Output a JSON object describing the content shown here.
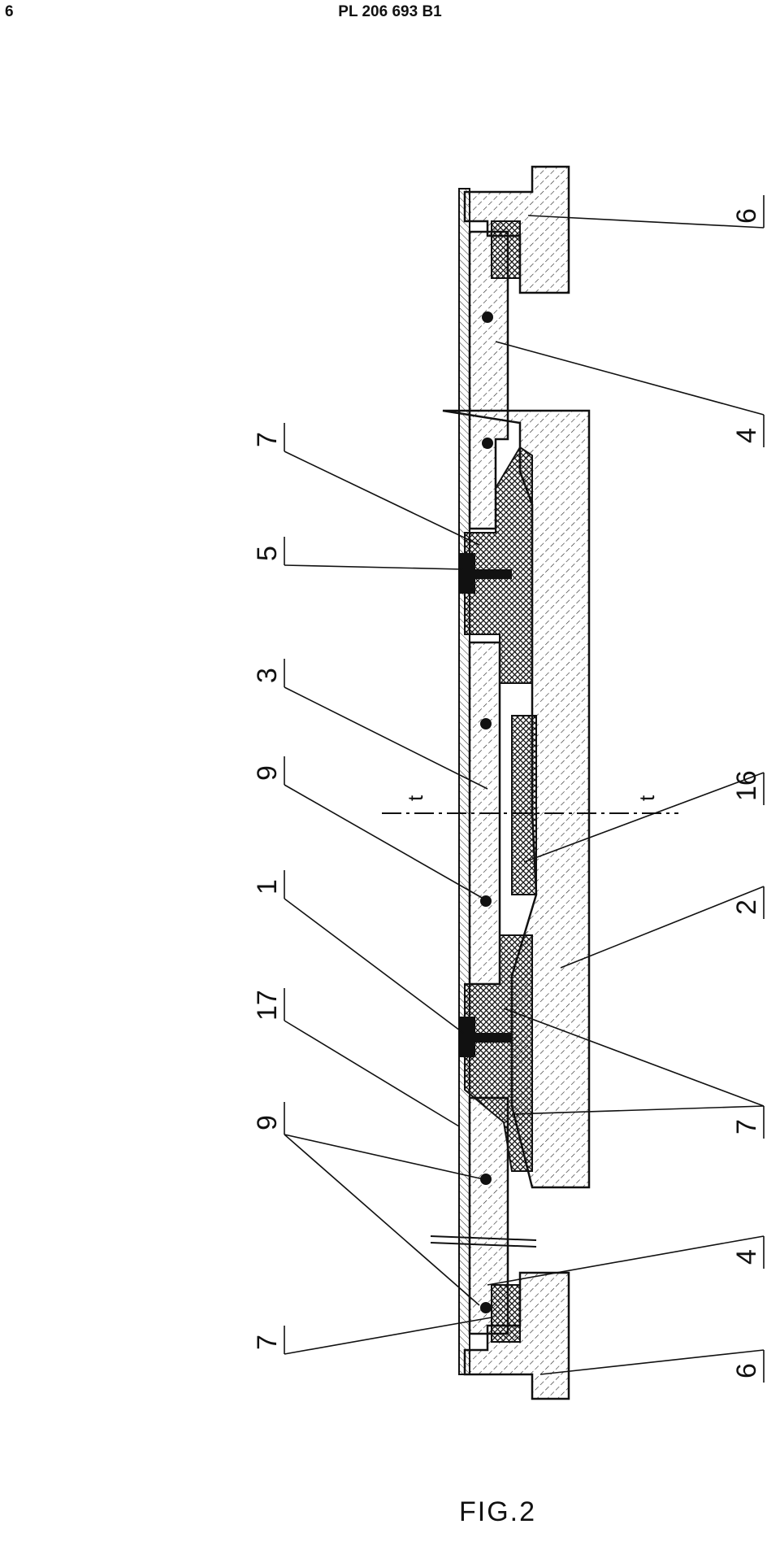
{
  "header": {
    "page_number": "6",
    "document_id": "PL 206 693 B1"
  },
  "figure": {
    "caption": "FIG.2",
    "section_marks": [
      "t",
      "t"
    ],
    "labels_top": [
      "7",
      "5",
      "3",
      "9",
      "1",
      "17",
      "9",
      "7"
    ],
    "labels_bottom": [
      "6",
      "4",
      "16",
      "2",
      "7",
      "4",
      "6"
    ]
  }
}
